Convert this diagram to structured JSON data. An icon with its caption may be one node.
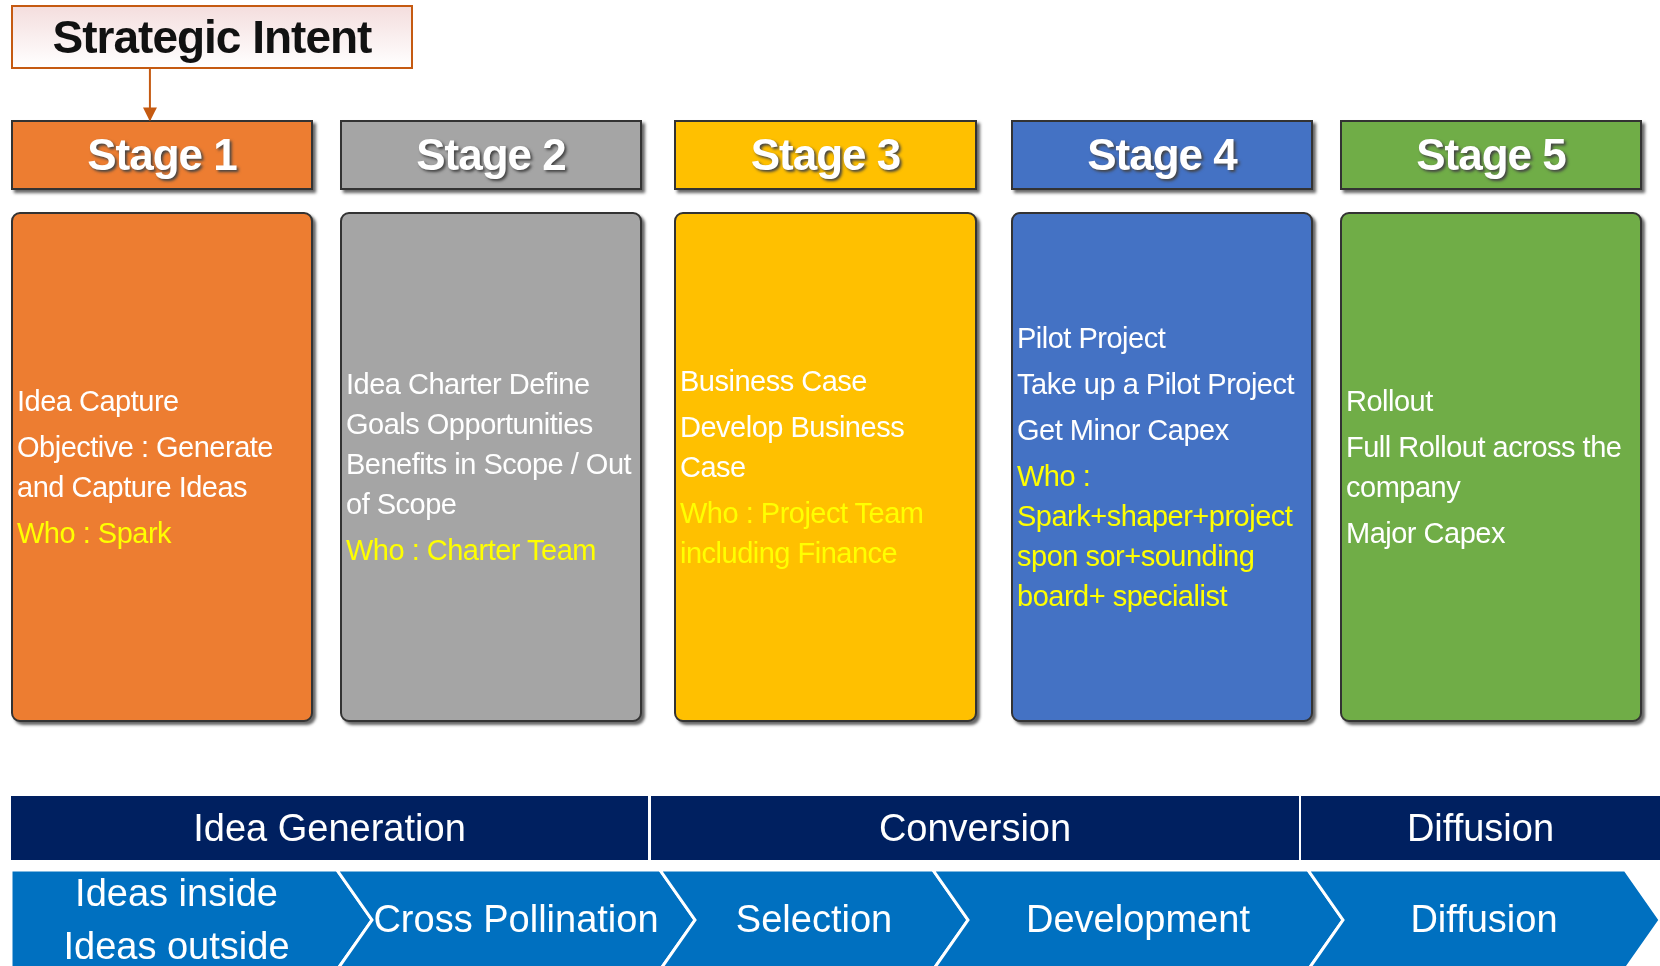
{
  "diagram": {
    "nodes": [
      {
        "text": [
          "Strategic Intent"
        ]
      },
      {
        "text": [
          "Stage 1"
        ]
      },
      {
        "text": [
          "Stage 2"
        ]
      },
      {
        "text": [
          "Stage 3"
        ]
      },
      {
        "text": [
          "Stage 4"
        ]
      },
      {
        "text": [
          "Stage 5"
        ]
      },
      {
        "text": [
          "Idea Capture",
          "Objective : Generate and Capture Ideas",
          "Who : Spark"
        ]
      },
      {
        "text": [
          "Idea Charter Define Goals Opportunities Benefits in Scope / Out of Scope",
          "Who : Charter Team"
        ]
      },
      {
        "text": [
          "Business Case",
          "Develop Business Case",
          "Who : Project Team including Finance"
        ]
      },
      {
        "text": [
          "Pilot Project",
          "Take up a Pilot Project",
          "Get Minor Capex",
          "Who : Spark+shaper+project spon sor+sounding board+ specialist"
        ]
      },
      {
        "text": [
          "Rollout",
          "Full Rollout across the company",
          "Major Capex"
        ]
      },
      {
        "text": [
          "Idea Generation"
        ]
      },
      {
        "text": [
          "Conversion"
        ]
      },
      {
        "text": [
          "Diffusion"
        ]
      },
      {
        "text": [
          "Ideas inside Ideas outside"
        ]
      },
      {
        "text": [
          "Cross Pollination"
        ]
      },
      {
        "text": [
          "Selection"
        ]
      },
      {
        "text": [
          "Development"
        ]
      },
      {
        "text": [
          "Diffusion"
        ]
      }
    ],
    "edges": [
      {
        "from": 0,
        "to": 1,
        "arrow": "to",
        "color": "#c55a11"
      }
    ]
  }
}
